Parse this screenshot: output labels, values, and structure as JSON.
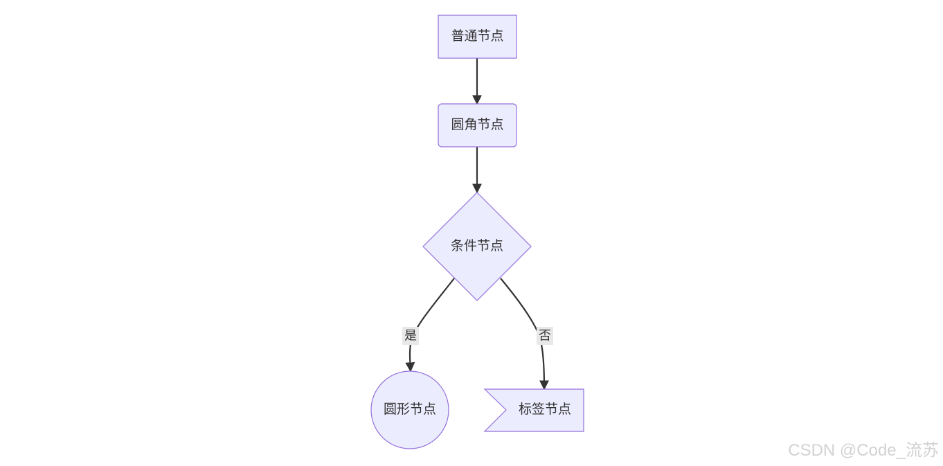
{
  "diagram": {
    "nodes": {
      "normal": {
        "label": "普通节点",
        "shape": "rectangle"
      },
      "rounded": {
        "label": "圆角节点",
        "shape": "rounded-rectangle"
      },
      "condition": {
        "label": "条件节点",
        "shape": "diamond"
      },
      "circle": {
        "label": "圆形节点",
        "shape": "circle"
      },
      "flag": {
        "label": "标签节点",
        "shape": "asymmetric"
      }
    },
    "edges": [
      {
        "from": "normal",
        "to": "rounded",
        "label": ""
      },
      {
        "from": "rounded",
        "to": "condition",
        "label": ""
      },
      {
        "from": "condition",
        "to": "circle",
        "label": "是"
      },
      {
        "from": "condition",
        "to": "flag",
        "label": "否"
      }
    ],
    "colors": {
      "node_fill": "#ECECFF",
      "node_stroke": "#9370DB",
      "edge": "#333333",
      "edge_label_bg": "#e8e8e8",
      "text": "#333333"
    }
  },
  "watermark": "CSDN @Code_流苏"
}
